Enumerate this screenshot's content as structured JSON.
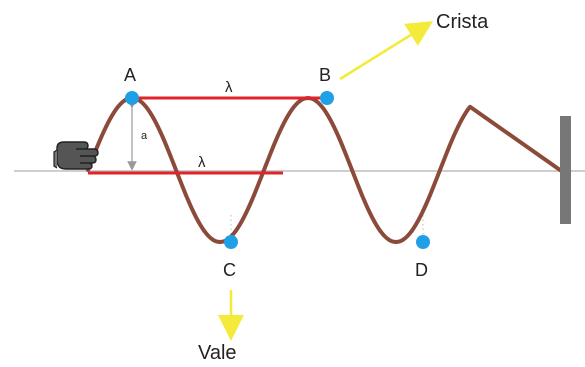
{
  "labels": {
    "point_a": "A",
    "point_b": "B",
    "point_c": "C",
    "point_d": "D",
    "crest": "Crista",
    "trough": "Vale",
    "wavelength_top": "λ",
    "wavelength_mid": "λ",
    "amplitude": "a"
  },
  "icons": {
    "hand": "hand-icon",
    "wall": "wall-clamp-icon"
  },
  "colors": {
    "wave": "#8b4a3a",
    "marker": "#1fa0e6",
    "wavelength_line": "#e1242a",
    "annotation_arrow": "#f3ea3a",
    "baseline": "#bdbdbd",
    "wall": "#777777"
  }
}
